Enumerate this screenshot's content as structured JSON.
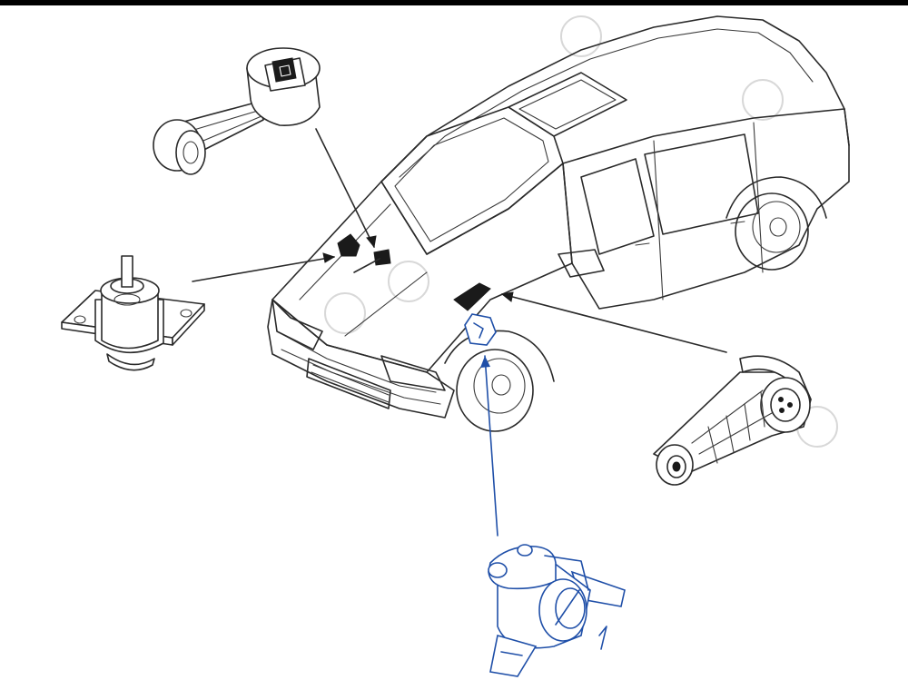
{
  "diagram": {
    "subject": "car-engine-mounts",
    "parts": [
      {
        "id": "torque-rod-mount",
        "color": "#2a2a2a"
      },
      {
        "id": "hydraulic-engine-mount",
        "color": "#2a2a2a"
      },
      {
        "id": "rear-torque-mount",
        "color": "#2a2a2a"
      },
      {
        "id": "transmission-mount",
        "color": "#1f4fa8"
      }
    ],
    "colors": {
      "line": "#2a2a2a",
      "highlight": "#1f4fa8",
      "watermark": "#d8d8d8",
      "background": "#ffffff"
    }
  }
}
